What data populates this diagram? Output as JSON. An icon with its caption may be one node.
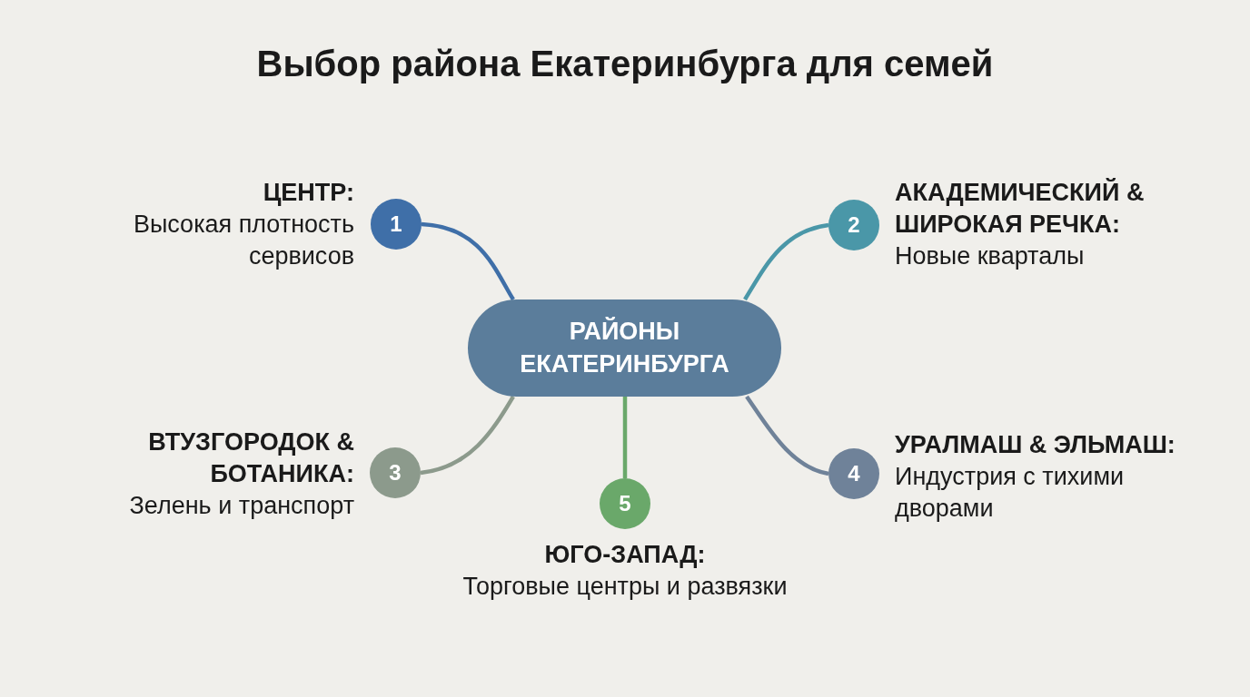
{
  "diagram": {
    "title": "Выбор района Екатеринбурга для семей",
    "nodes": [
      {
        "text": [
          "РАЙОНЫ ЕКАТЕРИНБУРГА"
        ]
      },
      {
        "text": [
          "1"
        ],
        "beside": [
          "ЦЕНТР:",
          "Высокая плотность сервисов"
        ]
      },
      {
        "text": [
          "2"
        ],
        "beside": [
          "АКАДЕМИЧЕСКИЙ & ШИРОКАЯ РЕЧКА:",
          "Новые кварталы"
        ]
      },
      {
        "text": [
          "3"
        ],
        "beside": [
          "ВТУЗГОРОДОК & БОТАНИКА:",
          "Зелень и транспорт"
        ]
      },
      {
        "text": [
          "4"
        ],
        "beside": [
          "**УРАЛМАШ & ЭЛЬМАШ:** Индустрия с тихими дворами"
        ]
      },
      {
        "text": [
          "5"
        ],
        "beside": [
          "ЮГО-ЗАПАД:",
          "Торговые центры и развязки"
        ]
      }
    ],
    "edges": [
      {
        "from": 0,
        "to": 1,
        "arrow": "none",
        "color": "#3f6fa8"
      },
      {
        "from": 0,
        "to": 2,
        "arrow": "none",
        "color": "#4a97a8"
      },
      {
        "from": 0,
        "to": 3,
        "arrow": "none",
        "color": "#8c9a8c"
      },
      {
        "from": 0,
        "to": 4,
        "arrow": "none",
        "color": "#6f8299"
      },
      {
        "from": 0,
        "to": 5,
        "arrow": "none",
        "color": "#6aa86a"
      }
    ]
  }
}
